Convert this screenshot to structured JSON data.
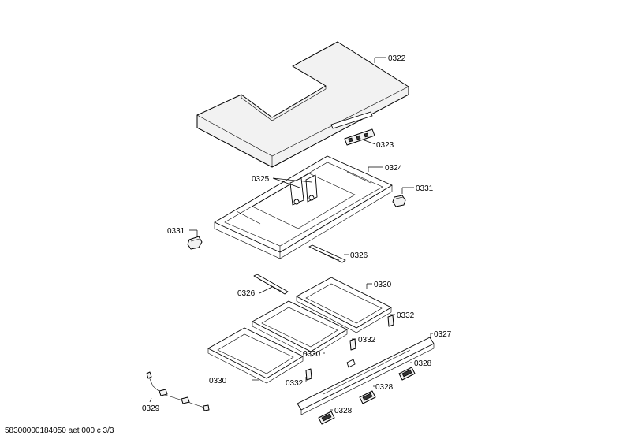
{
  "labels": {
    "l0322": "0322",
    "l0323": "0323",
    "l0324": "0324",
    "l0325": "0325",
    "l0331a": "0331",
    "l0331b": "0331",
    "l0326a": "0326",
    "l0326b": "0326",
    "l0330a": "0330",
    "l0330b": "0330",
    "l0330c": "0330",
    "l0332a": "0332",
    "l0332b": "0332",
    "l0332c": "0332",
    "l0327": "0327",
    "l0328a": "0328",
    "l0328b": "0328",
    "l0328c": "0328",
    "l0329": "0329"
  },
  "footer": "58300000184050 aet 000 c 3/3"
}
